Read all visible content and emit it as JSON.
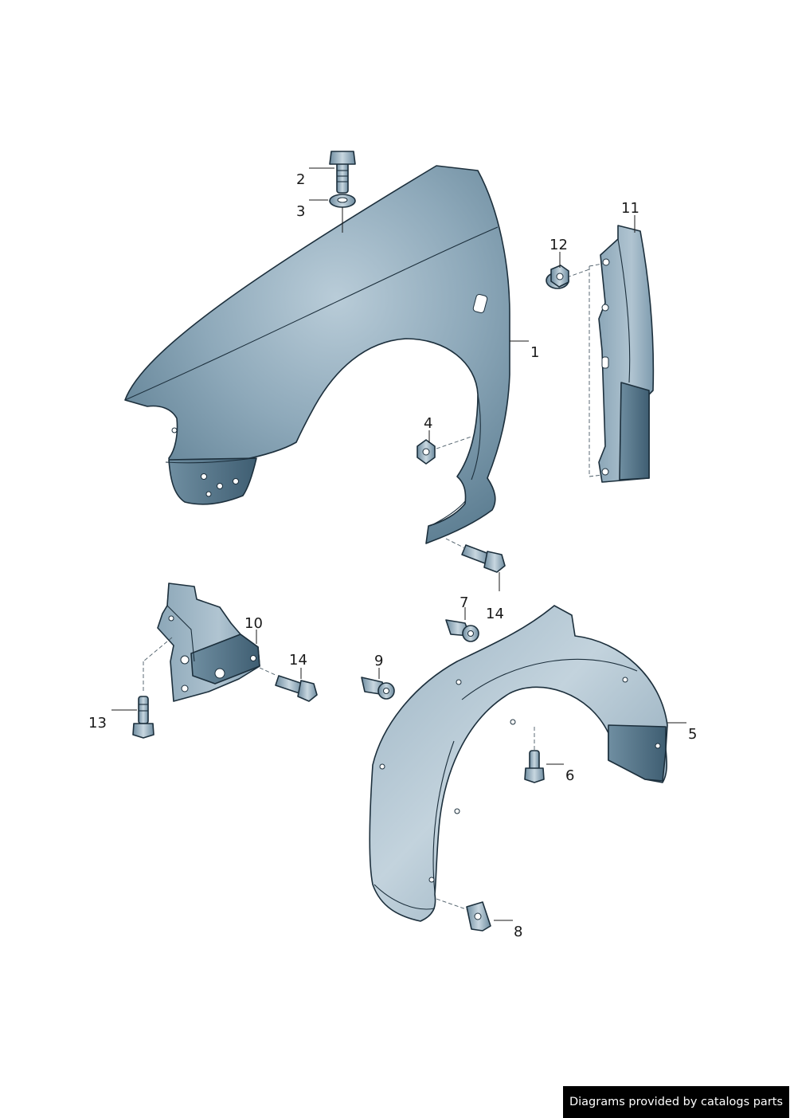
{
  "diagram": {
    "callouts": [
      "1",
      "2",
      "3",
      "4",
      "5",
      "6",
      "7",
      "8",
      "9",
      "10",
      "11",
      "12",
      "13",
      "14",
      "14"
    ],
    "colors": {
      "part_light": "#b6cad6",
      "part_mid": "#8aa6b8",
      "part_dark": "#5d7e92",
      "outline": "#1c2f3c"
    }
  },
  "credit": "Diagrams provided by catalogs parts"
}
